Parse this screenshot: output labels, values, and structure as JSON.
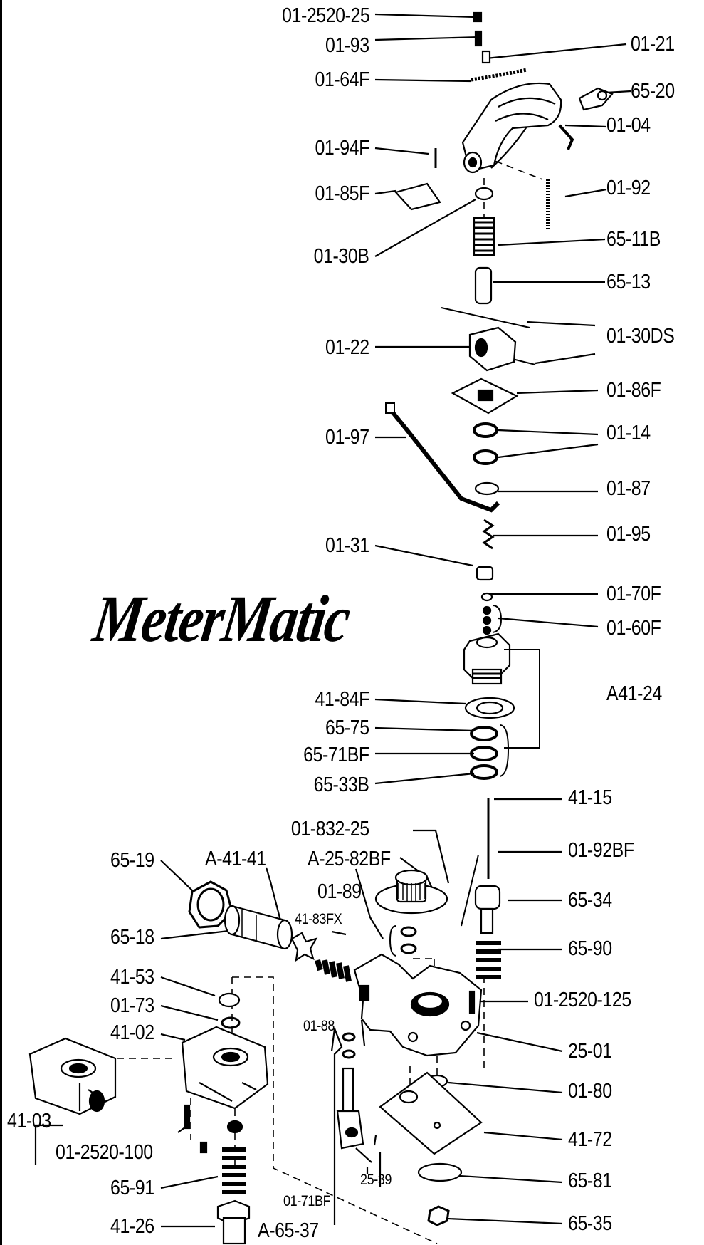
{
  "logo": "MeterMatic",
  "part_labels": {
    "p01_2520_25": "01-2520-25",
    "p01_93": "01-93",
    "p01_21": "01-21",
    "p01_64F": "01-64F",
    "p65_20": "65-20",
    "p01_04": "01-04",
    "p01_94F": "01-94F",
    "p01_92": "01-92",
    "p01_85F": "01-85F",
    "p01_30B": "01-30B",
    "p65_11B": "65-11B",
    "p65_13": "65-13",
    "p01_30DS": "01-30DS",
    "p01_22": "01-22",
    "p01_86F": "01-86F",
    "p01_97": "01-97",
    "p01_14": "01-14",
    "p01_87": "01-87",
    "p01_95": "01-95",
    "p01_31": "01-31",
    "p01_70F": "01-70F",
    "p01_60F": "01-60F",
    "pA41_24": "A41-24",
    "p41_84F": "41-84F",
    "p65_75": "65-75",
    "p65_71BF": "65-71BF",
    "p65_33B": "65-33B",
    "p41_15": "41-15",
    "p01_832_25": "01-832-25",
    "p01_92BF": "01-92BF",
    "p65_19": "65-19",
    "pA_41_41": "A-41-41",
    "pA_25_82BF": "A-25-82BF",
    "p01_89": "01-89",
    "p65_34": "65-34",
    "p41_83FX": "41-83FX",
    "p65_18": "65-18",
    "p65_90": "65-90",
    "p41_53": "41-53",
    "p01_2520_125": "01-2520-125",
    "p01_73": "01-73",
    "p41_02": "41-02",
    "p01_88": "01-88",
    "p25_01": "25-01",
    "p01_80": "01-80",
    "p41_03": "41-03",
    "p41_72": "41-72",
    "p01_2520_100": "01-2520-100",
    "p25_39": "25-39",
    "p65_81": "65-81",
    "p65_91": "65-91",
    "p01_71BF": "01-71BF",
    "p41_26": "41-26",
    "pA_65_37": "A-65-37",
    "p65_35": "65-35"
  },
  "colors": {
    "ink": "#000000",
    "paper": "#ffffff"
  }
}
